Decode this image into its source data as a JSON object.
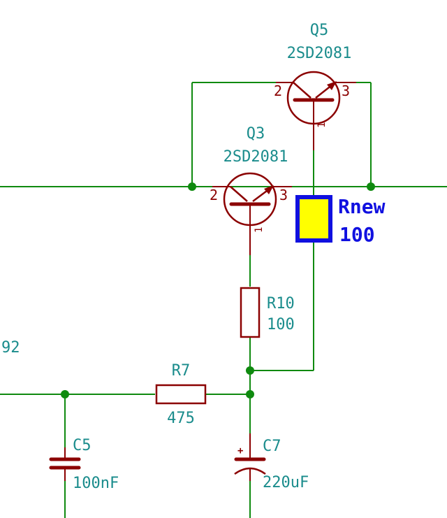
{
  "components": {
    "q5": {
      "ref": "Q5",
      "value": "2SD2081",
      "pin_base": "2",
      "pin_emitter": "3",
      "pin_collector": "1"
    },
    "q3": {
      "ref": "Q3",
      "value": "2SD2081",
      "pin_base": "2",
      "pin_emitter": "3",
      "pin_collector": "1"
    },
    "rnew": {
      "ref": "Rnew",
      "value": "100"
    },
    "r10": {
      "ref": "R10",
      "value": "100"
    },
    "r7": {
      "ref": "R7",
      "value": "475"
    },
    "c5": {
      "ref": "C5",
      "value": "100nF"
    },
    "c7": {
      "ref": "C7",
      "value": "220uF",
      "polarity": "+"
    },
    "partial_label": "92"
  },
  "colors": {
    "wire": "#0f8a0f",
    "component": "#8b0000",
    "label": "#1a8c8c",
    "highlight_fill": "#ffff00",
    "highlight_border": "#1010e0"
  }
}
